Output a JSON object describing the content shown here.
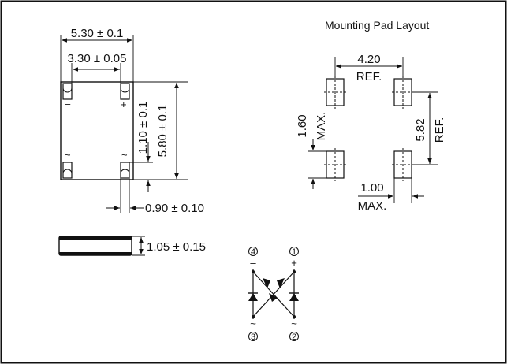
{
  "package": {
    "width_total": "5.30 ± 0.1",
    "pad_spacing": "3.30 ± 0.05",
    "pad_height": "1.10 ± 0.1",
    "length_total": "5.80 ± 0.1",
    "pad_width": "0.90 ± 0.10",
    "thickness": "1.05 ± 0.15",
    "marks": {
      "minus": "–",
      "plus": "+",
      "ac_left": "~",
      "ac_right": "~"
    }
  },
  "pad_layout": {
    "title": "Mounting Pad Layout",
    "h_spacing": "4.20",
    "h_spacing_ref": "REF.",
    "pad_len": "1.60",
    "pad_len_max": "MAX.",
    "v_spacing": "5.82",
    "v_spacing_ref": "REF.",
    "pad_wid": "1.00",
    "pad_wid_max": "MAX."
  },
  "schematic": {
    "pins": {
      "p1": "1",
      "p2": "2",
      "p3": "3",
      "p4": "4"
    },
    "marks": {
      "minus": "–",
      "plus": "+",
      "ac1": "~",
      "ac2": "~"
    }
  }
}
